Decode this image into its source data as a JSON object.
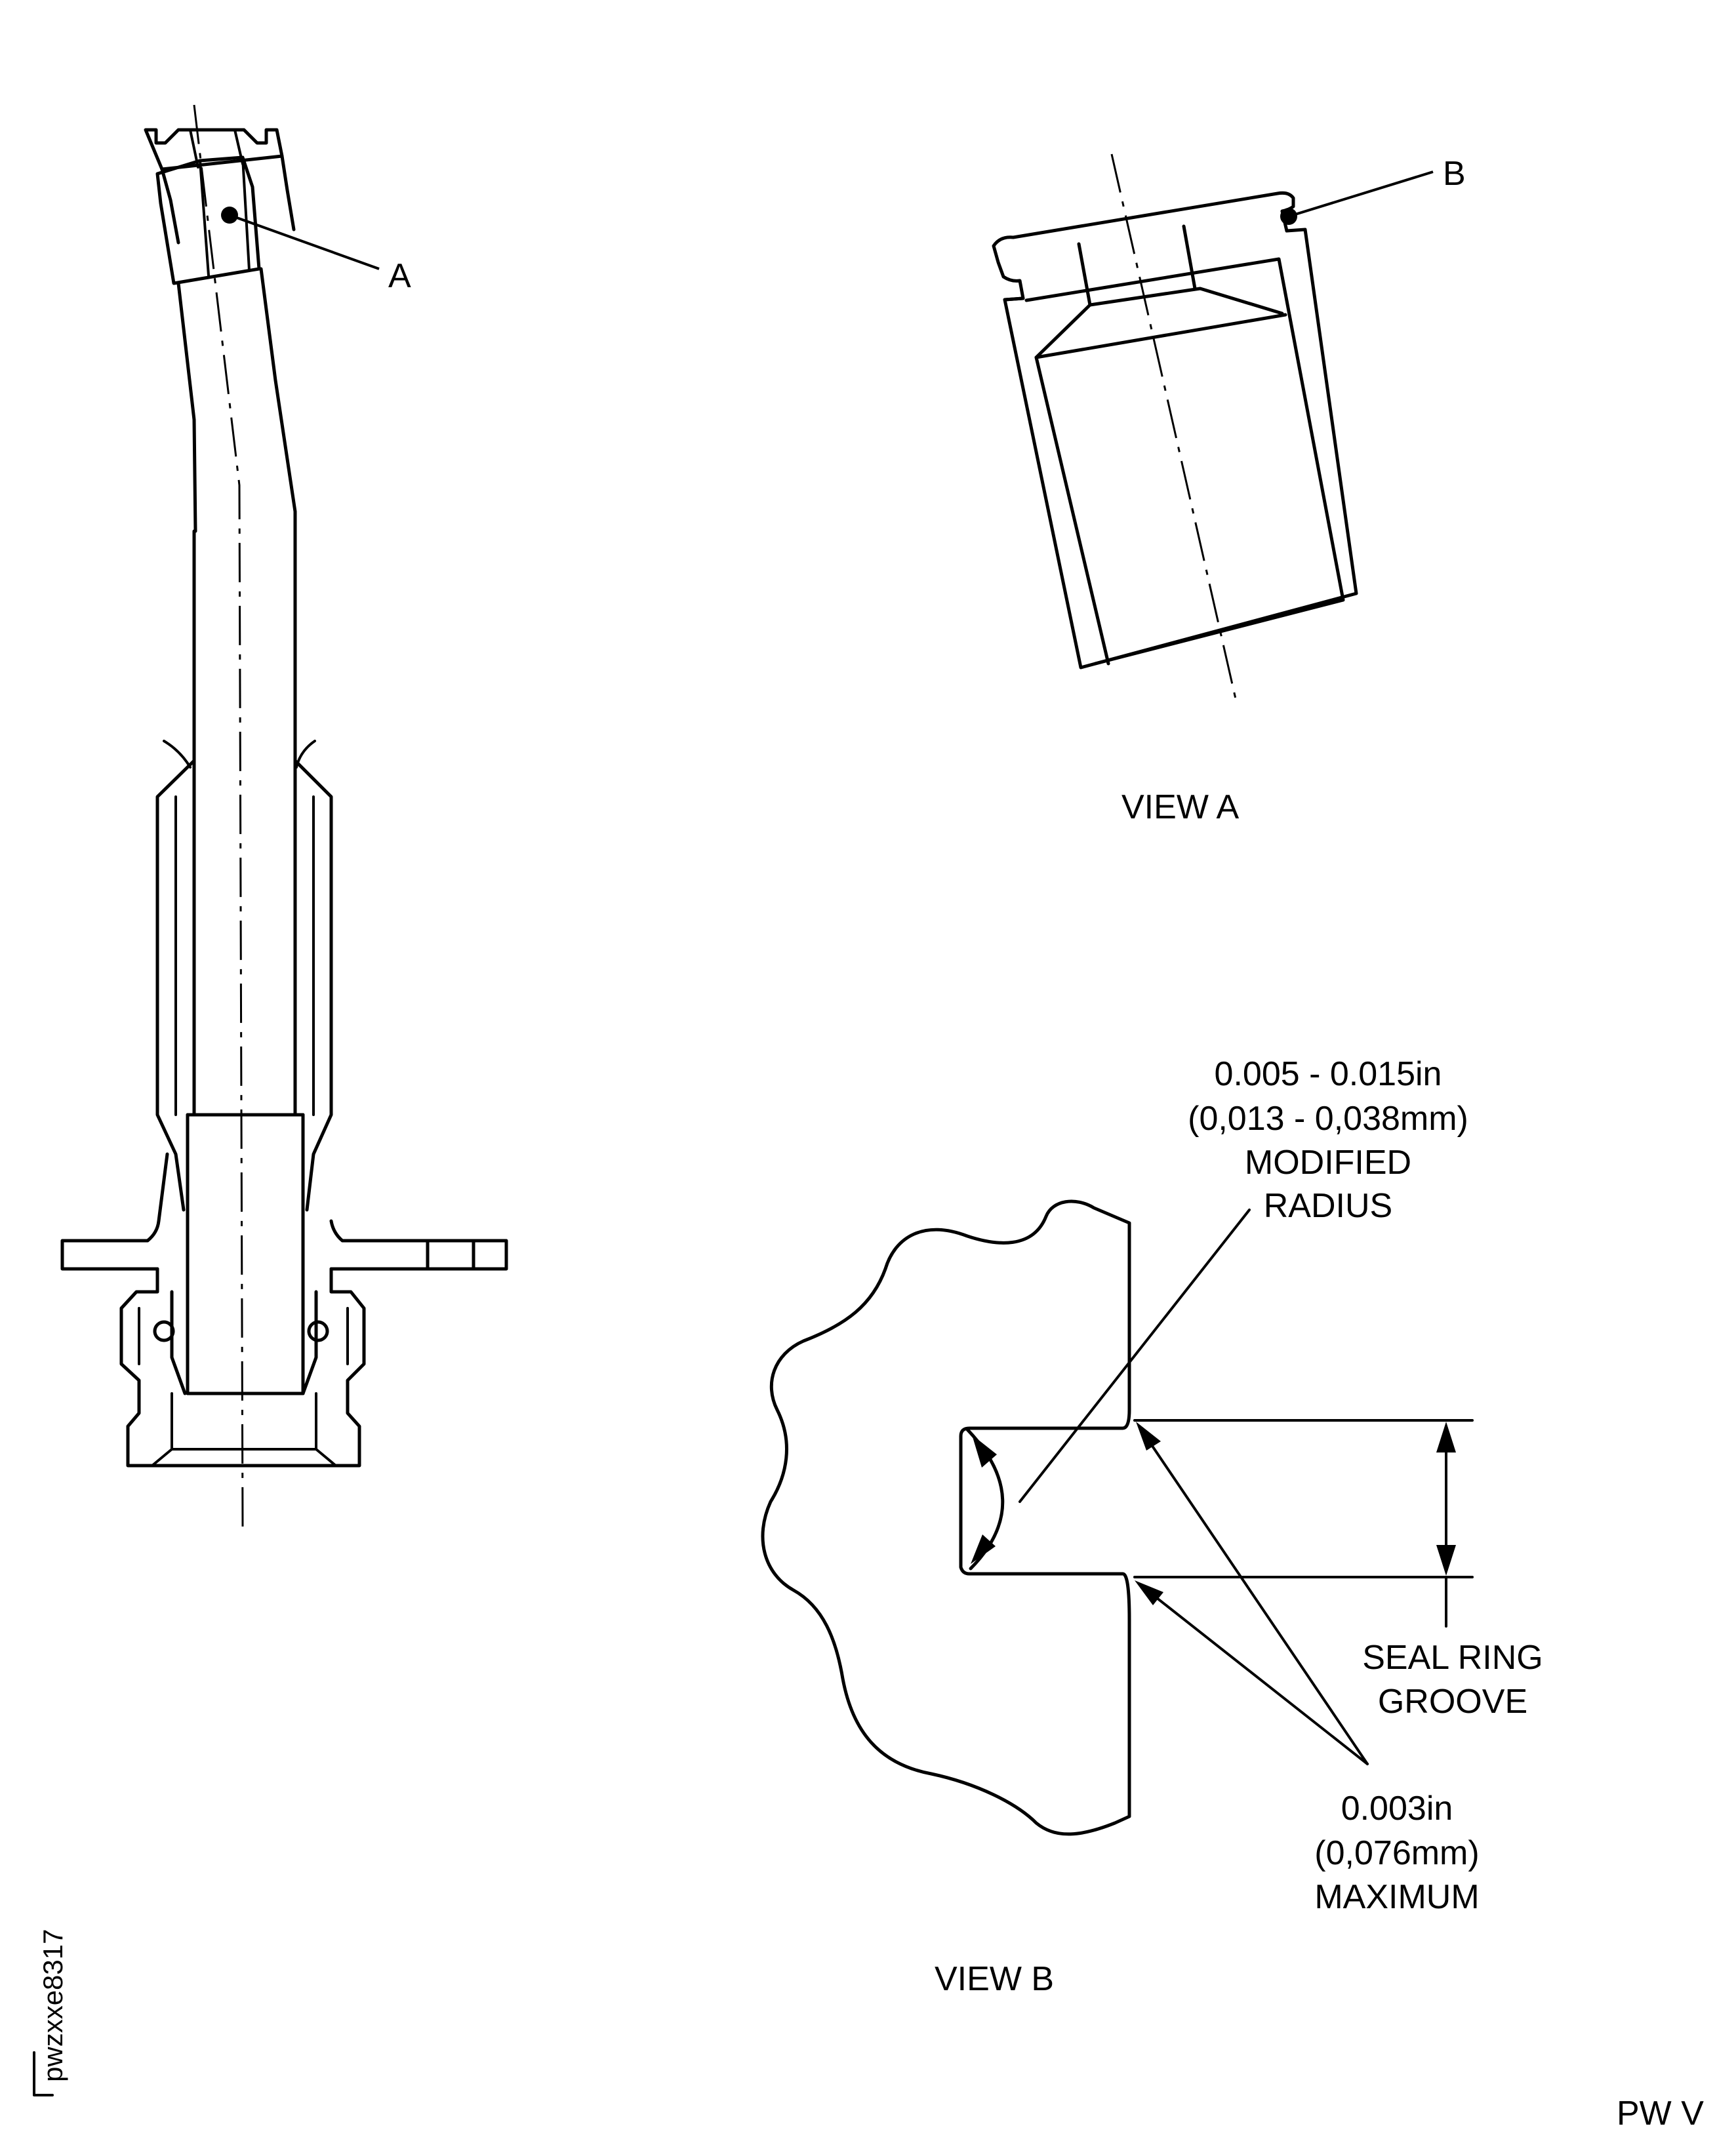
{
  "callouts": {
    "a": "A",
    "b": "B"
  },
  "view_a": {
    "title": "VIEW A"
  },
  "view_b": {
    "title": "VIEW B",
    "radius_note": [
      "0.005 - 0.015in",
      "(0,013 - 0,038mm)",
      "MODIFIED",
      "RADIUS"
    ],
    "groove_label": [
      "SEAL RING",
      "GROOVE"
    ],
    "max_note": [
      "0.003in",
      "(0,076mm)",
      "MAXIMUM"
    ]
  },
  "figure_id": "pwzxxe8317",
  "corner_code": "PW V"
}
